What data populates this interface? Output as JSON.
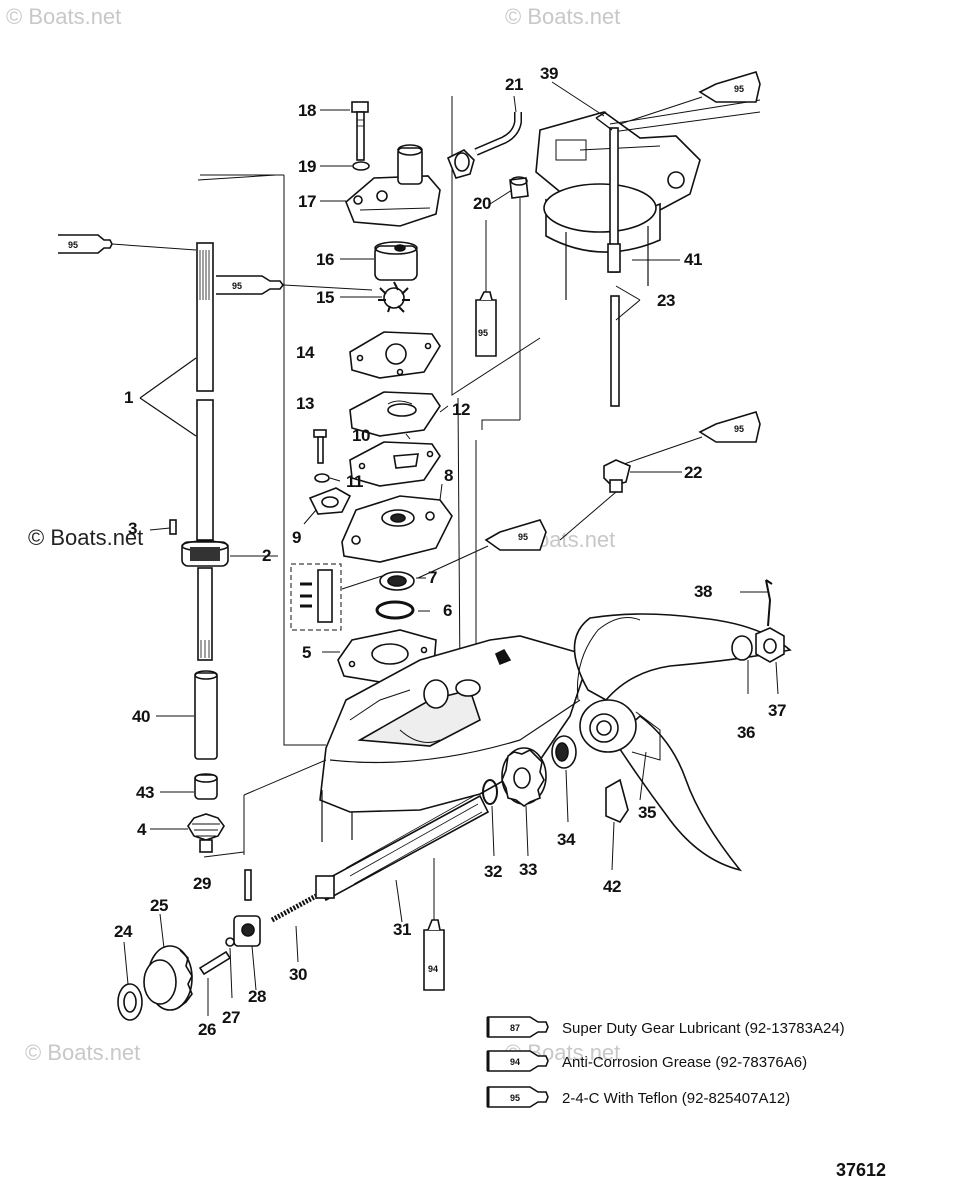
{
  "watermark": "© Boats.net",
  "diagram_code": "37612",
  "tube_labels": {
    "t87": "87",
    "t94": "94",
    "t95": "95"
  },
  "legend": [
    {
      "code": "87",
      "text": "Super Duty Gear Lubricant (92-13783A24)"
    },
    {
      "code": "94",
      "text": "Anti-Corrosion Grease (92-78376A6)"
    },
    {
      "code": "95",
      "text": "2-4-C  With Teflon (92-825407A12)"
    }
  ],
  "callouts": {
    "c1": "1",
    "c2": "2",
    "c3": "3",
    "c4": "4",
    "c5": "5",
    "c6": "6",
    "c7": "7",
    "c8": "8",
    "c9": "9",
    "c10": "10",
    "c11": "11",
    "c12": "12",
    "c13": "13",
    "c14": "14",
    "c15": "15",
    "c16": "16",
    "c17": "17",
    "c18": "18",
    "c19": "19",
    "c20": "20",
    "c21": "21",
    "c22": "22",
    "c23": "23",
    "c24": "24",
    "c25": "25",
    "c26": "26",
    "c27": "27",
    "c28": "28",
    "c29": "29",
    "c30": "30",
    "c31": "31",
    "c32": "32",
    "c33": "33",
    "c34": "34",
    "c35": "35",
    "c36": "36",
    "c37": "37",
    "c38": "38",
    "c39": "39",
    "c40": "40",
    "c41": "41",
    "c42": "42",
    "c43": "43"
  }
}
